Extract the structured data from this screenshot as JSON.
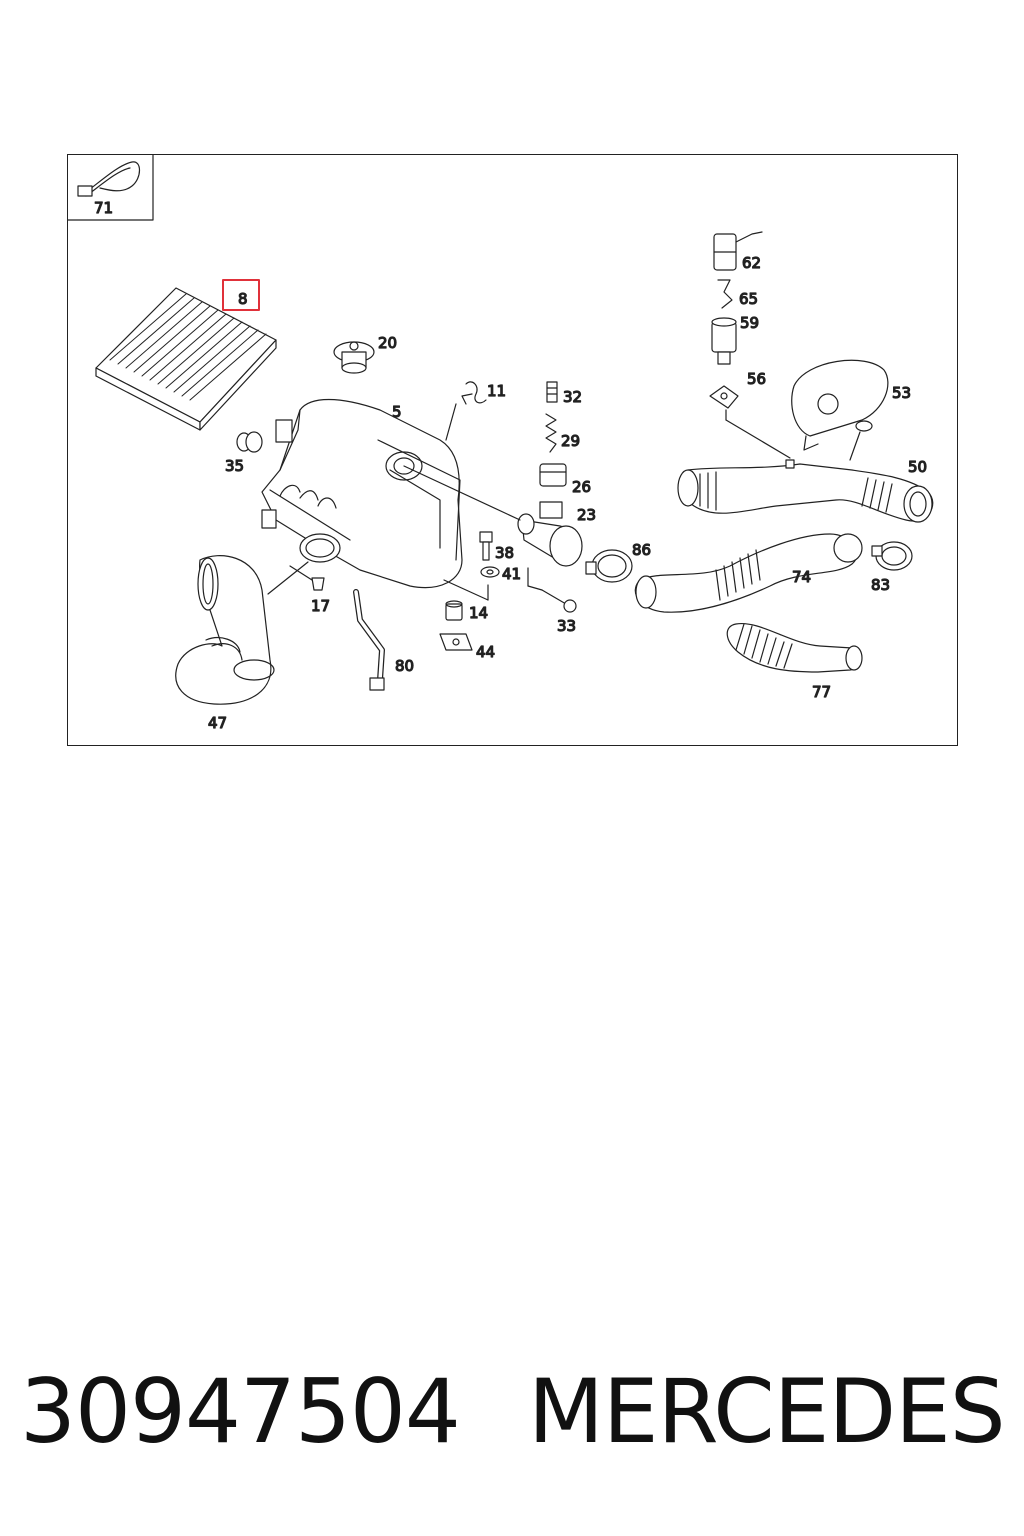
{
  "diagram": {
    "labels": {
      "p71": "71",
      "p8": "8",
      "p20": "20",
      "p11": "11",
      "p5": "5",
      "p35": "35",
      "p32": "32",
      "p29": "29",
      "p26": "26",
      "p23": "23",
      "p38": "38",
      "p41": "41",
      "p17": "17",
      "p14": "14",
      "p33": "33",
      "p44": "44",
      "p80": "80",
      "p47": "47",
      "p62": "62",
      "p65": "65",
      "p59": "59",
      "p56": "56",
      "p53": "53",
      "p50": "50",
      "p86": "86",
      "p74": "74",
      "p83": "83",
      "p77": "77"
    },
    "highlight_color": "#e0313a"
  },
  "caption": {
    "part_number": "30947504",
    "brand": "MERCEDES"
  }
}
